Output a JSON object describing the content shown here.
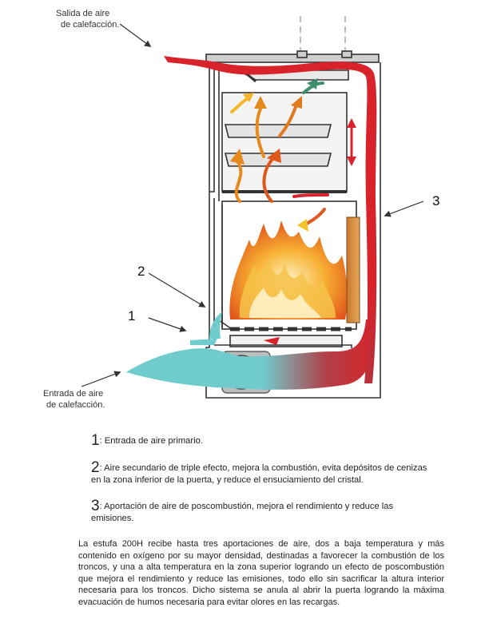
{
  "labels": {
    "outlet_line1": "Salida de aire",
    "outlet_line2": "de calefacción.",
    "inlet_line1": "Entrada de aire",
    "inlet_line2": "de calefacción.",
    "n1": "1",
    "n2": "2",
    "n3": "3"
  },
  "notes": [
    {
      "num": "1",
      "text": ": Entrada de aire primario."
    },
    {
      "num": "2",
      "text": ": Aire secundario de triple efecto, mejora la combustión, evita depósitos de cenizas",
      "text2": "en la zona inferior de la puerta, y reduce el ensuciamiento del cristal."
    },
    {
      "num": "3",
      "text": ": Aportación de aire de poscombustión, mejora el rendimiento y reduce las",
      "text2": "emisiones."
    }
  ],
  "paragraph": "La estufa 200H recibe hasta tres aportaciones de aire, dos a baja temperatura y más contenido en oxígeno por su mayor densidad, destinadas a favorecer la combustión de los troncos, y una a alta temperatura en la zona superior logrando un efecto de poscombustión que mejora el rendimiento y reduce las emisiones, todo ello sin sacrificar la altura interior necesaria para los troncos. Dicho sistema se anula al abrir la puerta logrando la máxima evacuación de humos necesaria para evitar olores en las recargas.",
  "colors": {
    "hot_air": "#d8232a",
    "cold_air": "#66c6c8",
    "flame": "#f28c1e",
    "outline": "#333333"
  }
}
